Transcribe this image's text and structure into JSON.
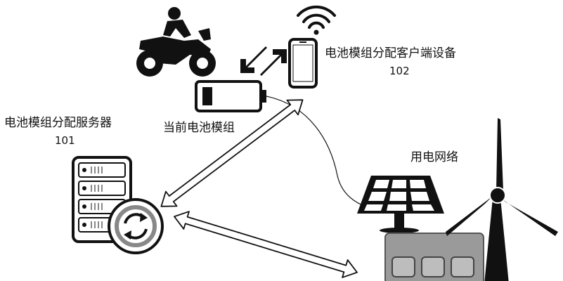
{
  "labels": {
    "client": {
      "name": "电池模组分配客户端设备",
      "code": "102"
    },
    "server": {
      "name": "电池模组分配服务器",
      "code": "101"
    },
    "battery": {
      "name": "当前电池模组"
    },
    "grid": {
      "name": "用电网络"
    }
  },
  "icons": [
    "motorcycle-icon",
    "wifi-icon",
    "smartphone-icon",
    "battery-icon",
    "server-icon",
    "sync-icon",
    "solar-panel-icon",
    "wind-turbine-icon",
    "energy-storage-icon"
  ],
  "colors": {
    "ink": "#111111",
    "arrow_fill": "#ffffff",
    "box_gray": "#9a9a9a"
  }
}
